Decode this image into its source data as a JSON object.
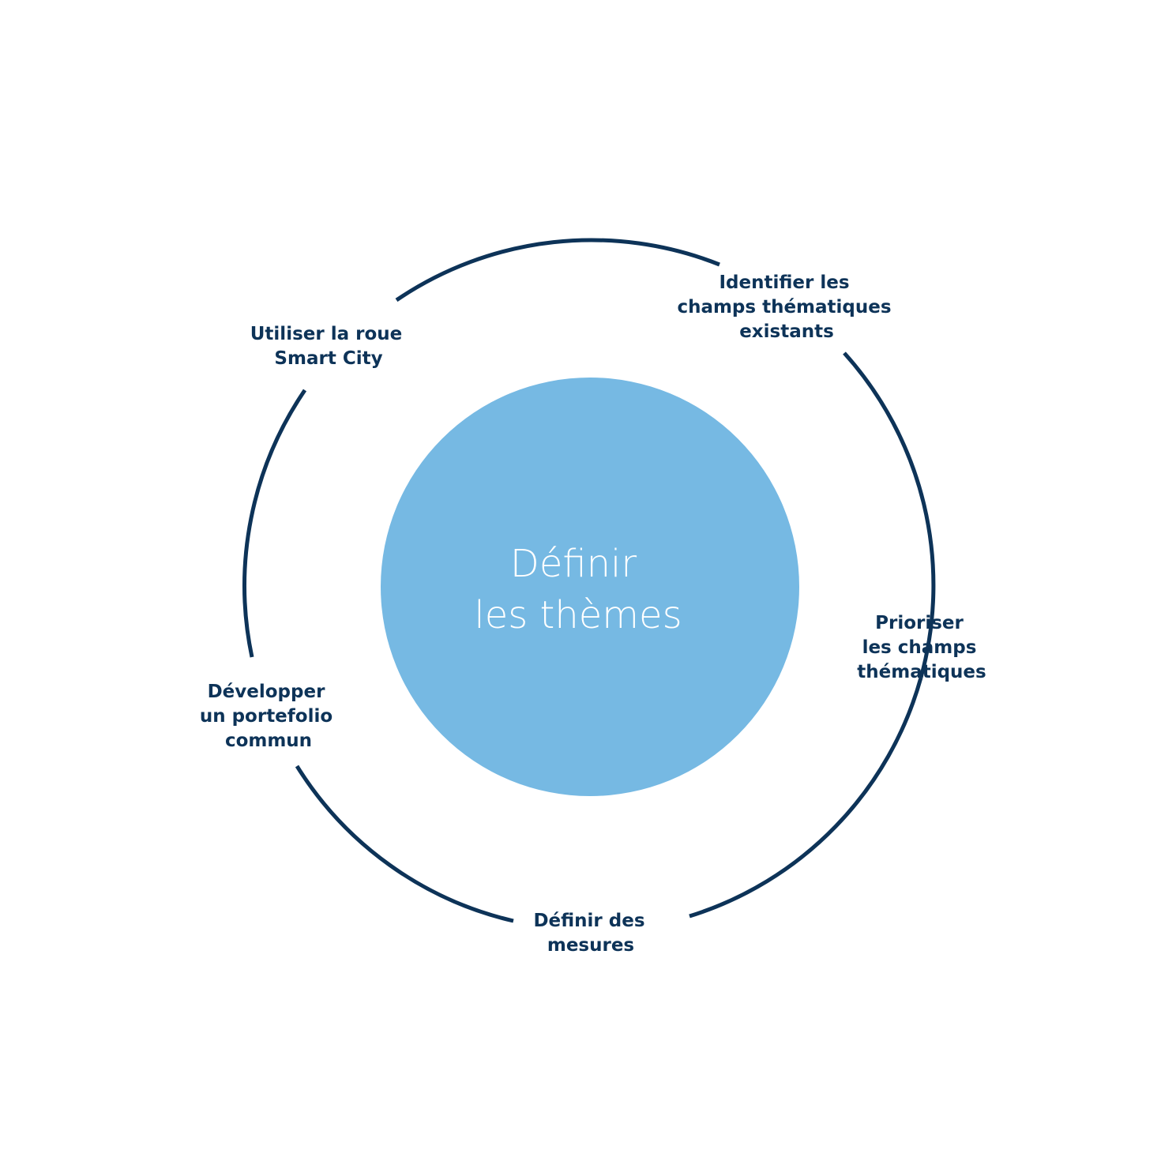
{
  "center": {
    "line1": "Définir",
    "line2": "les thèmes"
  },
  "steps": [
    {
      "lines": [
        "Identifier les",
        "champs thématiques",
        "existants"
      ]
    },
    {
      "lines": [
        "Prioriser",
        "les champs",
        "thématiques"
      ]
    },
    {
      "lines": [
        "Définir des",
        "mesures"
      ]
    },
    {
      "lines": [
        "Développer",
        "un portefolio",
        "commun"
      ]
    },
    {
      "lines": [
        "Utiliser la roue",
        "Smart City"
      ]
    }
  ],
  "colors": {
    "ring": "#0d3358",
    "center_fill": "#76b9e3",
    "center_text": "#ffffff",
    "label_text": "#0d3358"
  }
}
